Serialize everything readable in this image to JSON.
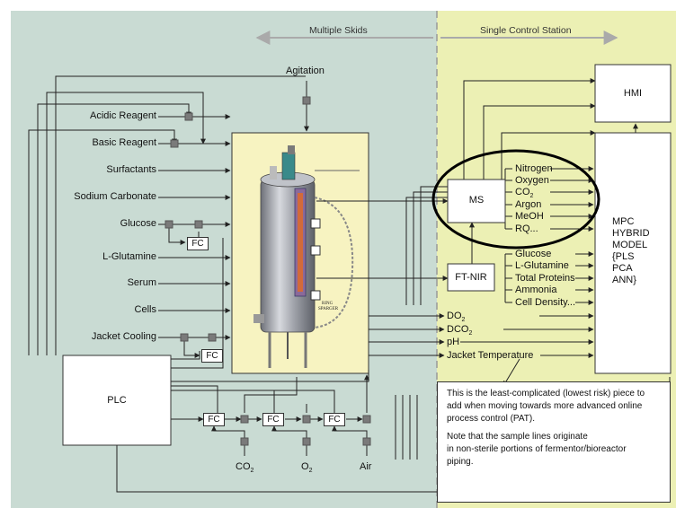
{
  "headers": {
    "left": "Multiple Skids",
    "right": "Single Control Station"
  },
  "top_label": "Agitation",
  "inputs": [
    "Acidic Reagent",
    "Basic Reagent",
    "Surfactants",
    "Sodium Carbonate",
    "Glucose",
    "L-Glutamine",
    "Serum",
    "Cells",
    "Jacket Cooling"
  ],
  "fc_label": "FC",
  "plc_label": "PLC",
  "bottom_gases": {
    "co2": "CO",
    "co2_sub": "2",
    "o2": "O",
    "o2_sub": "2",
    "air": "Air"
  },
  "reactor_tags": {
    "ring_sparger_1": "RING",
    "ring_sparger_2": "SPARGER"
  },
  "ms_label": "MS",
  "ftnir_label": "FT-NIR",
  "hmi_label": "HMI",
  "ms_outputs": {
    "nitrogen": "Nitrogen",
    "oxygen": "Oxygen",
    "co2": "CO",
    "co2_sub": "2",
    "argon": "Argon",
    "meoh": "MeOH",
    "rq": "RQ..."
  },
  "ftnir_outputs": [
    "Glucose",
    "L-Glutamine",
    "Total Proteins",
    "Ammonia",
    "Cell Density..."
  ],
  "direct_outputs": {
    "do": "DO",
    "do_sub": "2",
    "dco": "DCO",
    "dco_sub": "2",
    "ph": "pH",
    "jacket": "Jacket Temperature"
  },
  "mpc_lines": [
    "MPC",
    "HYBRID",
    "MODEL",
    "{PLS",
    "PCA",
    "ANN}"
  ],
  "note": {
    "p1": "This is the least-complicated (lowest risk) piece to add when moving towards more advanced online process control (PAT).",
    "p2_l1": "Note that the sample lines originate",
    "p2_l2": "in non-sterile portions of fermentor/bioreactor",
    "p2_l3": "piping."
  },
  "colors": {
    "left_bg": "#c9dbd3",
    "right_bg": "#ecf0b4",
    "reactor_bg": "#f7f3c1",
    "valve": "#7a7a7a",
    "arrow": "#aaaaaa"
  }
}
